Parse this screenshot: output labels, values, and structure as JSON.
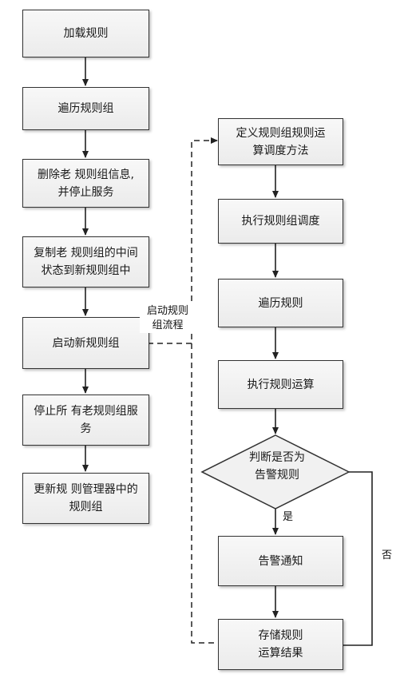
{
  "left_steps": [
    {
      "id": "load-rules",
      "text": "加载规则"
    },
    {
      "id": "traverse-rule-groups",
      "text": "遍历规则组"
    },
    {
      "id": "delete-old-group-info",
      "text": "删除老 规则组信息,\n并停止服务"
    },
    {
      "id": "copy-old-group-state",
      "text": "复制老 规则组的中间\n状态到新规则组中"
    },
    {
      "id": "start-new-group",
      "text": "启动新规则组"
    },
    {
      "id": "stop-old-group-services",
      "text": "停止所 有老规则组服\n务"
    },
    {
      "id": "update-rule-manager",
      "text": "更新规 则管理器中的\n规则组"
    }
  ],
  "right_steps": [
    {
      "id": "define-scheduling",
      "text": "定义规则组规则运\n算调度方法"
    },
    {
      "id": "execute-scheduling",
      "text": "执行规则组调度"
    },
    {
      "id": "traverse-rules",
      "text": "遍历规则"
    },
    {
      "id": "execute-rule-calc",
      "text": "执行规则运算"
    },
    {
      "id": "alert-notify",
      "text": "告警通知"
    },
    {
      "id": "store-results",
      "text": "存储规则\n运算结果"
    }
  ],
  "decision": {
    "text": "判断是否为\n告警规则"
  },
  "labels": {
    "start_flow": "启动规则\n组流程",
    "yes": "是",
    "no": "否"
  }
}
